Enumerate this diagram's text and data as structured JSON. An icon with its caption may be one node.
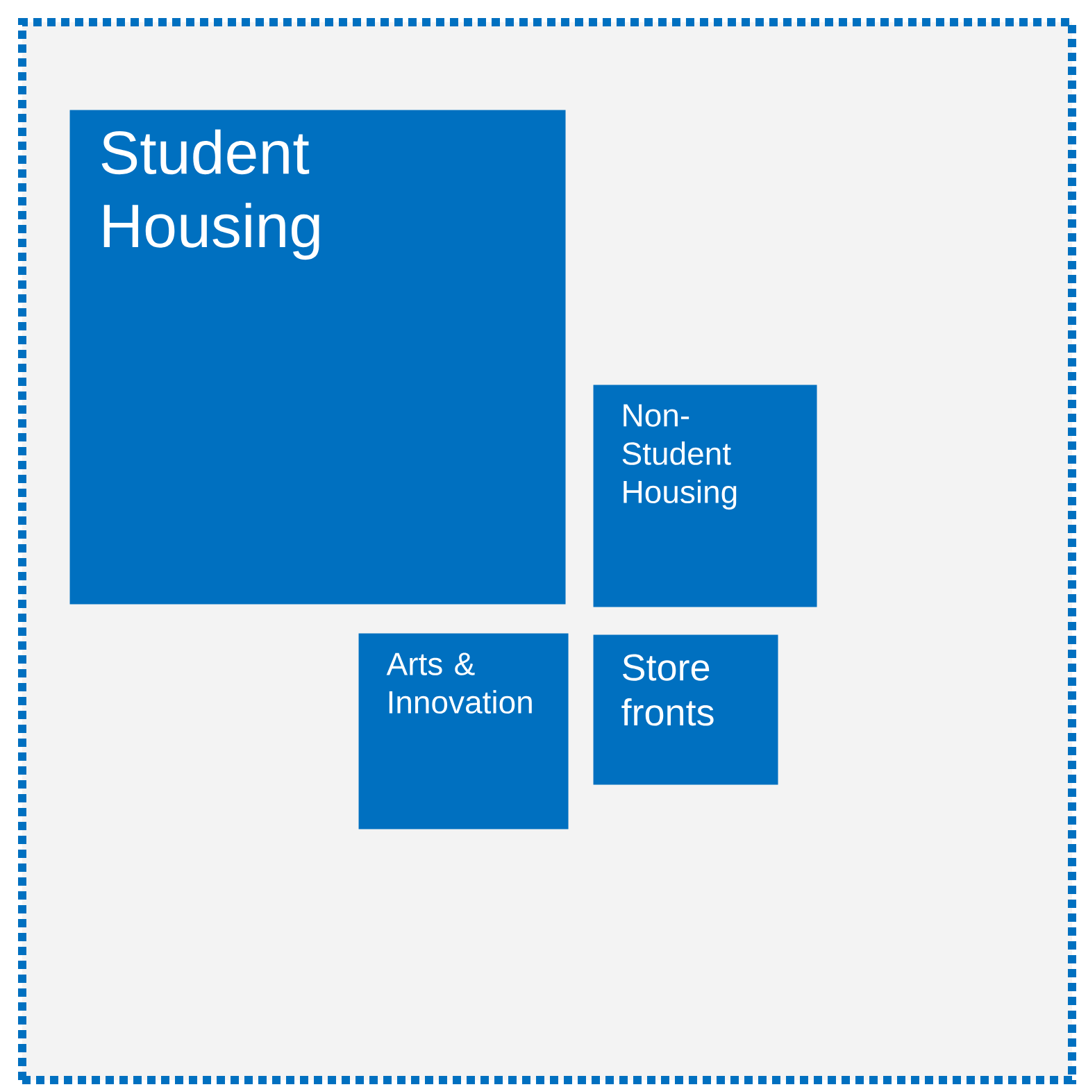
{
  "diagram": {
    "nodes": [
      {
        "text": [],
        "shape": "box"
      },
      {
        "text": [
          "Student Housing"
        ],
        "in": 0
      },
      {
        "text": [
          "Non-Student Housing"
        ],
        "in": 0
      },
      {
        "text": [
          "Arts & Innovation"
        ],
        "in": 0
      },
      {
        "text": [
          "Store fronts"
        ],
        "in": 0
      }
    ]
  }
}
